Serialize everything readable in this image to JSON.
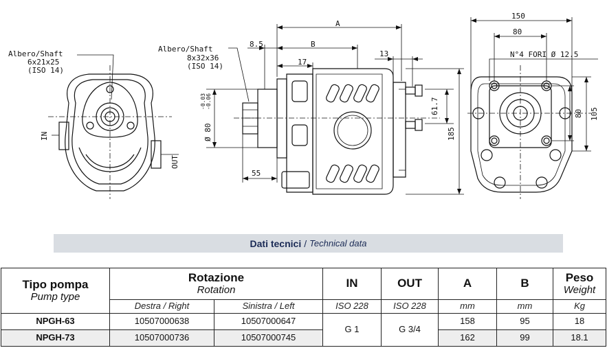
{
  "drawing": {
    "left_view": {
      "shaft_label_1": "Albero/Shaft",
      "shaft_label_2": "6x21x25",
      "shaft_label_3": "(ISO 14)",
      "port_in": "IN",
      "port_out": "OUT"
    },
    "side_view": {
      "shaft_label_1": "Albero/Shaft",
      "shaft_label_2": "8x32x36",
      "shaft_label_3": "(ISO 14)",
      "dim_A": "A",
      "dim_B": "B",
      "dim_8_5": "8.5",
      "dim_17": "17",
      "dim_13": "13",
      "dim_61_7": "61.7",
      "dim_185": "185",
      "dim_55": "55",
      "dim_dia80": "Ø 80",
      "dim_tol_upper": "-0.03",
      "dim_tol_lower": "-0.06"
    },
    "right_view": {
      "dim_150": "150",
      "dim_80": "80",
      "holes_label": "N°4 FORI Ø 12.5",
      "dim_80_v": "80",
      "dim_105_v": "105"
    }
  },
  "banner": {
    "bold": "Dati tecnici",
    "sep": "/",
    "italic": "Technical data"
  },
  "table": {
    "header": {
      "type_main": "Tipo pompa",
      "type_sub": "Pump type",
      "rot_main": "Rotazione",
      "rot_sub": "Rotation",
      "in": "IN",
      "out": "OUT",
      "a": "A",
      "b": "B",
      "peso_main": "Peso",
      "peso_sub": "Weight"
    },
    "units": {
      "right": "Destra / Right",
      "left": "Sinistra / Left",
      "in": "ISO 228",
      "out": "ISO 228",
      "a": "mm",
      "b": "mm",
      "peso": "Kg"
    },
    "rows": [
      {
        "model": "NPGH-63",
        "right": "10507000638",
        "left": "10507000647",
        "a": "158",
        "b": "95",
        "weight": "18"
      },
      {
        "model": "NPGH-73",
        "right": "10507000736",
        "left": "10507000745",
        "a": "162",
        "b": "99",
        "weight": "18.1"
      }
    ],
    "in_value": "G 1",
    "out_value": "G 3/4"
  }
}
